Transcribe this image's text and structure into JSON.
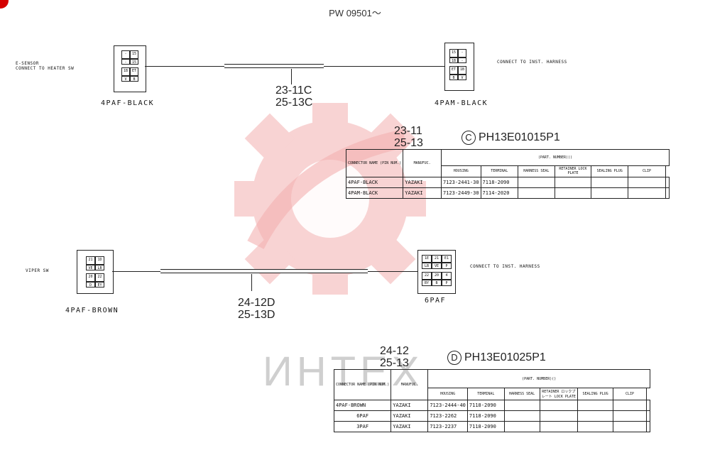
{
  "header": {
    "text": "PW 09501〜"
  },
  "diagram_c": {
    "left_connector": {
      "name": "4PAF-BLACK",
      "description_line1": "E-SENSOR",
      "description_line2": "CONNECT TO HEATER SW",
      "pins": [
        "-",
        "15",
        "-",
        "15",
        "1B",
        "ET",
        "V",
        "B"
      ]
    },
    "right_connector": {
      "name": "4PAM-BLACK",
      "description": "CONNECT TO INST. HARNESS",
      "pins": [
        "15",
        "-",
        "1B",
        "-",
        "ET",
        "1B",
        "B",
        "V"
      ]
    },
    "ref_line1": "23-11C",
    "ref_line2": "25-13C",
    "table_ref_line1": "23-11",
    "table_ref_line2": "25-13",
    "circle_letter": "C",
    "part_code": "PH13E01015P1",
    "table": {
      "part_number_header": "(PART. NUMBER)()",
      "col_connector": "CONNECTOR NAME (PIN NUM.)",
      "col_manufac": "MANUFUC.",
      "col_housing": "HOUSING",
      "col_terminal": "TERMINAL",
      "col_harness_seal": "HARNESS SEAL",
      "col_retainer": "RETAINER LOCK PLATE",
      "col_sealing_plug": "SEALING PLUG",
      "col_clip": "CLIP",
      "rows": [
        {
          "name": "4PAF-BLACK",
          "maker": "YAZAKI",
          "housing": "7123-2441-30",
          "terminal": "7118-2090"
        },
        {
          "name": "4PAM-BLACK",
          "maker": "YAZAKI",
          "housing": "7123-2449-30",
          "terminal": "7114-2020"
        }
      ]
    }
  },
  "diagram_d": {
    "left_connector": {
      "name": "4PAF-BROWN",
      "description": "VIPER SW",
      "pins": [
        "21",
        "1D",
        "VE",
        "LB",
        "20",
        "22",
        "D",
        "EY"
      ]
    },
    "right_connector": {
      "name": "6PAF",
      "description": "CONNECT TO INST. HARNESS",
      "pins": [
        "1E",
        "21",
        "E1",
        "LB",
        "VE",
        "P",
        "22",
        "20",
        "4",
        "BY",
        "B",
        "P"
      ]
    },
    "ref_line1": "24-12D",
    "ref_line2": "25-13D",
    "table_ref_line1": "24-12",
    "table_ref_line2": "25-13",
    "circle_letter": "D",
    "part_code": "PH13E01025P1",
    "table": {
      "part_number_header": "(PART. NUMBER)()",
      "col_connector": "CONNECTOR NAME (PIN NUM.)",
      "col_manufac": "MANUFUC.",
      "col_housing": "HOUSING",
      "col_terminal": "TERMINAL",
      "col_harness_seal": "HARNESS SEAL",
      "col_retainer": "RETAINER ロックプレート LOCK PLATE",
      "col_sealing_plug": "SEALING PLUG",
      "col_clip": "CLIP",
      "rows": [
        {
          "name": "4PAF-BROWN",
          "maker": "YAZAKI",
          "housing": "7123-2444-40",
          "terminal": "7118-2090"
        },
        {
          "name": "6PAF",
          "maker": "YAZAKI",
          "housing": "7123-2262",
          "terminal": "7118-2090"
        },
        {
          "name": "3PAF",
          "maker": "YAZAKI",
          "housing": "7123-2237",
          "terminal": "7118-2090"
        }
      ]
    }
  },
  "watermark": {
    "text": "ИНТЕХ",
    "gear_color": "#f3b0b0"
  }
}
